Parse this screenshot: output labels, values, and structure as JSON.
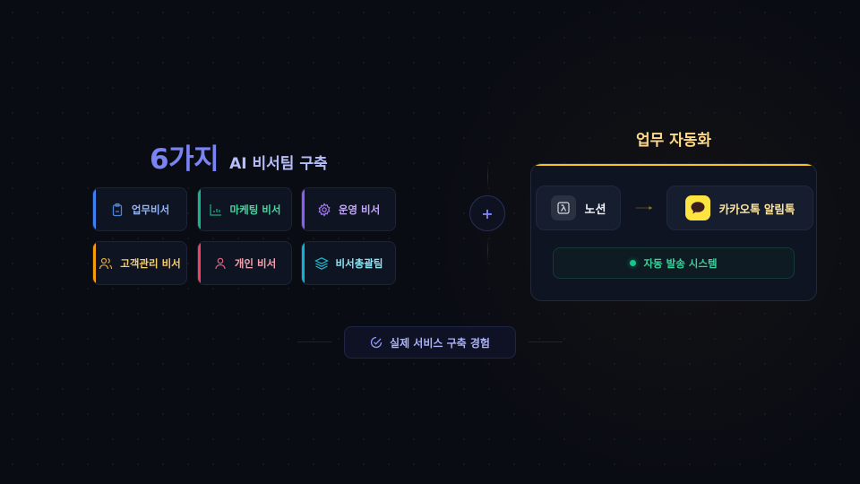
{
  "left_section": {
    "title_big": "6가지",
    "title_sub": "AI 비서팀 구축",
    "cards": [
      {
        "label": "업무비서",
        "icon": "clipboard-icon",
        "accent": "#3b82f6",
        "text_color": "#93b4f5"
      },
      {
        "label": "마케팅 비서",
        "icon": "bar-chart-icon",
        "accent": "#10b981",
        "text_color": "#4ad4a0"
      },
      {
        "label": "운영 비서",
        "icon": "gear-icon",
        "accent": "#8b5cf6",
        "text_color": "#c3a8f7"
      },
      {
        "label": "고객관리 비서",
        "icon": "users-icon",
        "accent": "#f59e0b",
        "text_color": "#f5cd6a"
      },
      {
        "label": "개인 비서",
        "icon": "user-icon",
        "accent": "#f43f5e",
        "text_color": "#f3a3b3"
      },
      {
        "label": "비서총괄팀",
        "icon": "layers-icon",
        "accent": "#06b6d4",
        "text_color": "#8fe3f0"
      }
    ]
  },
  "connector": {
    "symbol": "+"
  },
  "right_section": {
    "title": "업무 자동화",
    "source": {
      "label": "노션",
      "icon": "notion-icon"
    },
    "target": {
      "label": "카카오톡 알림톡",
      "icon": "kakaotalk-icon"
    },
    "status": {
      "label": "자동 발송 시스템"
    }
  },
  "footer_badge": {
    "label": "실제 서비스 구축 경험",
    "icon": "check-circle-icon"
  },
  "colors": {
    "background": "#0a0c14",
    "indigo_accent": "#7b83f2",
    "gold_accent": "#f5c518",
    "green_status": "#10c98a"
  }
}
